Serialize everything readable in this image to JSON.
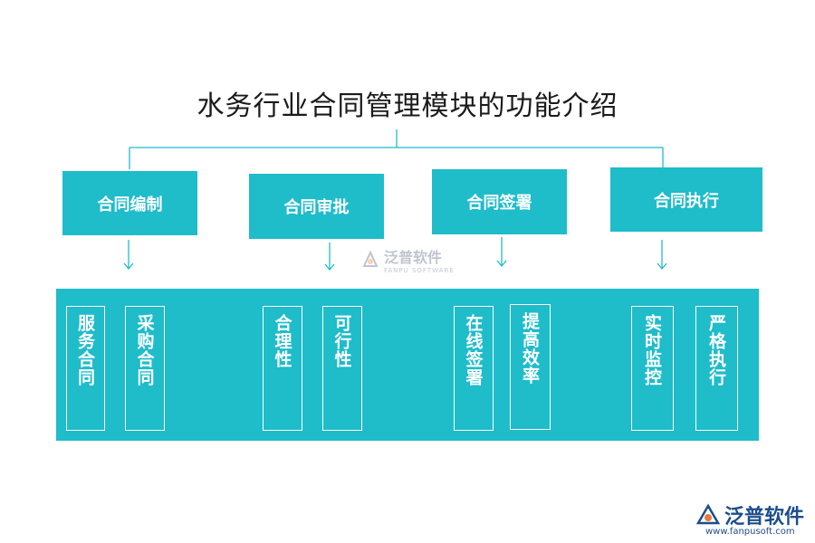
{
  "title": "水务行业合同管理模块的功能介绍",
  "categories": [
    {
      "label": "合同编制",
      "items": [
        "服务合同",
        "采购合同"
      ]
    },
    {
      "label": "合同审批",
      "items": [
        "合理性",
        "可行性"
      ]
    },
    {
      "label": "合同签署",
      "items": [
        "在线签署",
        "提高效率"
      ]
    },
    {
      "label": "合同执行",
      "items": [
        "实时监控",
        "严格执行"
      ]
    }
  ],
  "watermark": {
    "name": "泛普软件",
    "sub": "FANPU SOFTWARE"
  },
  "logo": {
    "name": "泛普软件",
    "url": "www.fanpusoft.com"
  },
  "colors": {
    "accent": "#1fbcca",
    "line": "#1fbcca",
    "logo": "#1c4e8c"
  }
}
